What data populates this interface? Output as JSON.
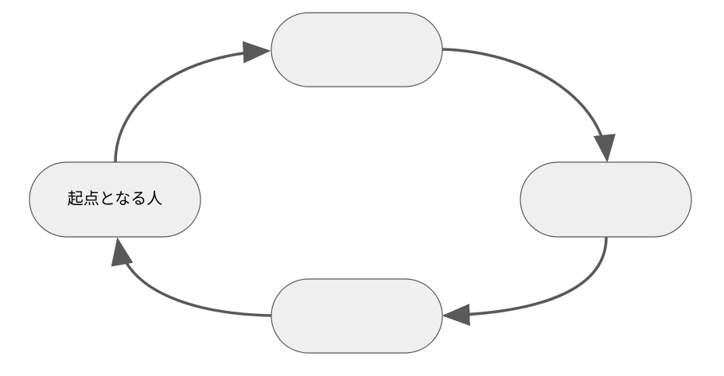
{
  "diagram": {
    "type": "cycle",
    "direction": "clockwise",
    "nodes": [
      {
        "id": "top",
        "label": ""
      },
      {
        "id": "right",
        "label": ""
      },
      {
        "id": "bottom",
        "label": ""
      },
      {
        "id": "left",
        "label": "起点となる人"
      }
    ],
    "edges": [
      {
        "from": "left",
        "to": "top"
      },
      {
        "from": "top",
        "to": "right"
      },
      {
        "from": "right",
        "to": "bottom"
      },
      {
        "from": "bottom",
        "to": "left"
      }
    ]
  },
  "colors": {
    "node_fill": "#efefef",
    "node_stroke": "#595959",
    "edge": "#595959",
    "background": "#ffffff"
  }
}
